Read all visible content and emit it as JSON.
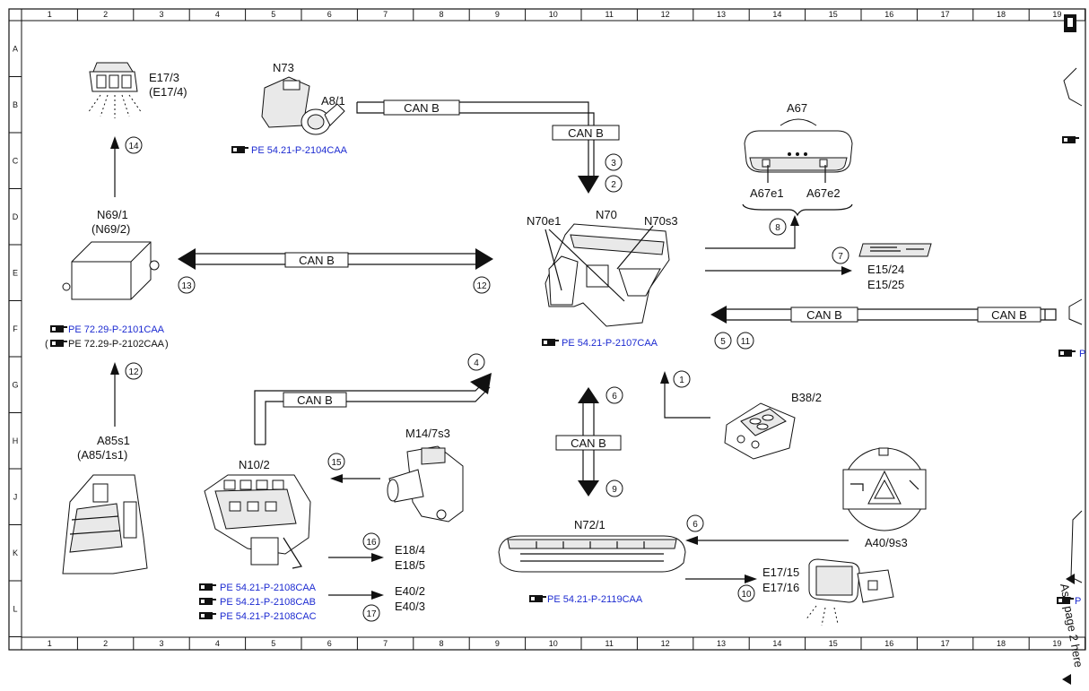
{
  "grid": {
    "columns": [
      "1",
      "2",
      "3",
      "4",
      "5",
      "6",
      "7",
      "8",
      "9",
      "10",
      "11",
      "12",
      "13",
      "14",
      "15",
      "16",
      "17",
      "18",
      "19"
    ],
    "rows": [
      "A",
      "B",
      "C",
      "D",
      "E",
      "F",
      "G",
      "H",
      "J",
      "K",
      "L"
    ]
  },
  "components": {
    "e17_3": {
      "label": "E17/3",
      "alt": "(E17/4)"
    },
    "n73": {
      "label": "N73",
      "sub": "A8/1",
      "ref": "PE 54.21-P-2104CAA"
    },
    "a67": {
      "label": "A67",
      "e1": "A67e1",
      "e2": "A67e2"
    },
    "n69_1": {
      "label": "N69/1",
      "alt": "(N69/2)",
      "ref": "PE 72.29-P-2101CAA",
      "ref_alt": "PE 72.29-P-2102CAA"
    },
    "n70": {
      "label": "N70",
      "e1": "N70e1",
      "s3": "N70s3",
      "ref": "PE 54.21-P-2107CAA"
    },
    "e15": {
      "l1": "E15/24",
      "l2": "E15/25"
    },
    "a85s1": {
      "label": "A85s1",
      "alt": "(A85/1s1)"
    },
    "b38_2": {
      "label": "B38/2"
    },
    "n10_2": {
      "label": "N10/2",
      "refs": [
        "PE 54.21-P-2108CAA",
        "PE 54.21-P-2108CAB",
        "PE 54.21-P-2108CAC"
      ]
    },
    "m14": {
      "label": "M14/7s3"
    },
    "e18": {
      "l1": "E18/4",
      "l2": "E18/5"
    },
    "e40": {
      "l1": "E40/2",
      "l2": "E40/3"
    },
    "n72_1": {
      "label": "N72/1",
      "ref": "PE 54.21-P-2119CAA"
    },
    "e17_15": {
      "l1": "E17/15",
      "l2": "E17/16"
    },
    "a40": {
      "label": "A40/9s3"
    }
  },
  "bus": {
    "can": "CAN B"
  },
  "badges": [
    "1",
    "2",
    "3",
    "4",
    "5",
    "6",
    "7",
    "8",
    "9",
    "10",
    "11",
    "12",
    "13",
    "14",
    "15",
    "16",
    "17"
  ],
  "edge": {
    "page_note": "Ask page 2 here",
    "cut_ref": "P"
  },
  "colors": {
    "link": "#1d2bd1",
    "ink": "#111111"
  }
}
